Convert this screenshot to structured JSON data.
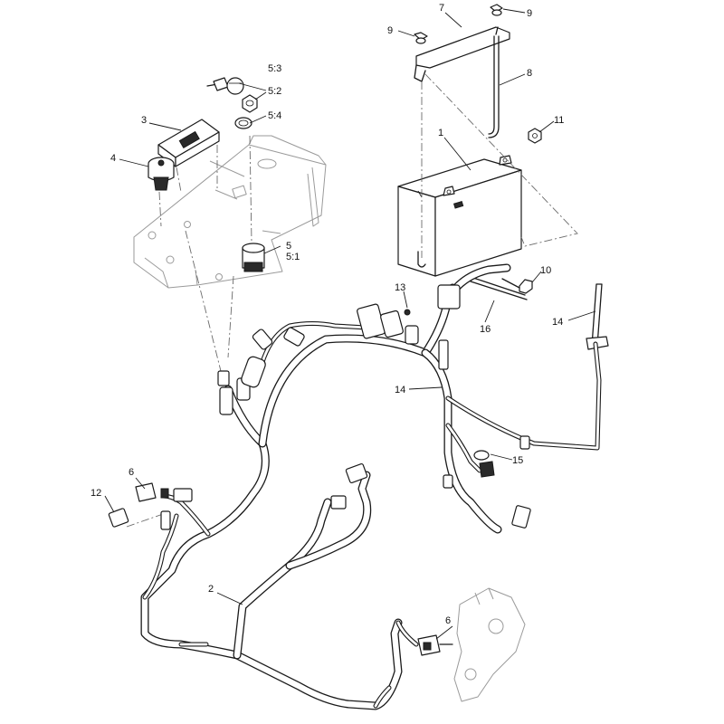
{
  "callouts": [
    {
      "id": "c1",
      "text": "1"
    },
    {
      "id": "c2",
      "text": "2"
    },
    {
      "id": "c3",
      "text": "3"
    },
    {
      "id": "c4",
      "text": "4"
    },
    {
      "id": "c5a",
      "text": "5"
    },
    {
      "id": "c5b",
      "text": "5:1"
    },
    {
      "id": "c5c",
      "text": "5:2"
    },
    {
      "id": "c5d",
      "text": "5:3"
    },
    {
      "id": "c5e",
      "text": "5:4"
    },
    {
      "id": "c6a",
      "text": "6"
    },
    {
      "id": "c6b",
      "text": "6"
    },
    {
      "id": "c7",
      "text": "7"
    },
    {
      "id": "c8",
      "text": "8"
    },
    {
      "id": "c9a",
      "text": "9"
    },
    {
      "id": "c9b",
      "text": "9"
    },
    {
      "id": "c10",
      "text": "10"
    },
    {
      "id": "c11",
      "text": "11"
    },
    {
      "id": "c12",
      "text": "12"
    },
    {
      "id": "c13",
      "text": "13"
    },
    {
      "id": "c14a",
      "text": "14"
    },
    {
      "id": "c14b",
      "text": "14"
    },
    {
      "id": "c15",
      "text": "15"
    },
    {
      "id": "c16",
      "text": "16"
    }
  ],
  "colors": {
    "line": "#1a1a1a",
    "ghost": "#9a9a9a",
    "background": "#ffffff"
  }
}
